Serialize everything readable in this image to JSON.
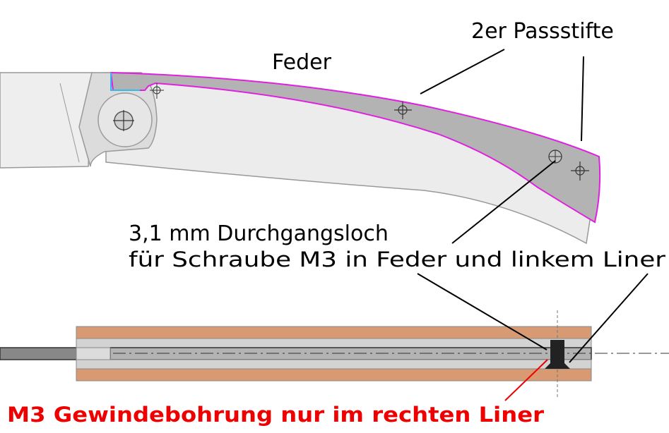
{
  "labels": {
    "feder": "Feder",
    "passstifte": "2er Passstifte",
    "hole_line1": "3,1 mm Durchgangsloch",
    "hole_line2": "für Schraube M3 in Feder und linkem Liner",
    "thread": "M3 Gewindebohrung nur im rechten Liner"
  },
  "colors": {
    "handle_fill": "#ececec",
    "spring_fill": "#b3b3b3",
    "spring_outline": "#e020e0",
    "highlight": "#33bbee",
    "scale": "#d79a73",
    "liner": "#d3d3d3",
    "thread_label": "#ee0000",
    "outline": "#888888"
  }
}
